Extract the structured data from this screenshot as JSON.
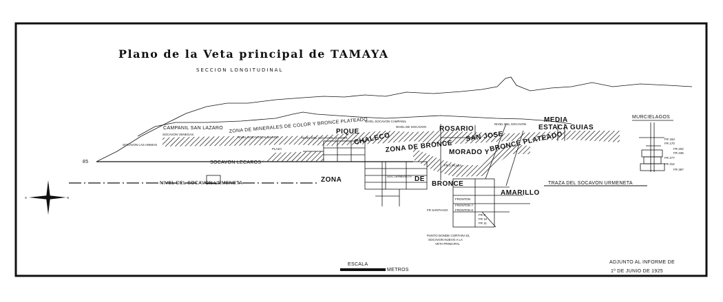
{
  "title": "Plano de la Veta principal de TAMAYA",
  "subtitle": "SECCION LONGITUDINAL",
  "elevation_mark": "85",
  "labels": {
    "campanil": "CAMPANIL SAN LAZARO",
    "venegas": "SOCAVON VENEGAS",
    "animas": "SOCAVON LAS ANIMAS",
    "zona_minerales": "ZONA DE MINERALES DE COLOR Y BRONCE PLATEADO",
    "nivel_campanil": "NIVEL SOCAVON CAMPANIL",
    "pique": "PIQUE",
    "nivel_almagro": "NIVEL SOCAVON ALMAGRO",
    "nivel_quader": "NIVEL DEL SOCAVON QUADER",
    "plaza": "PLAZA",
    "lecaros": "SOCAVON LECAROS",
    "nivel_socavon": "NIVEL DE SOCAVON",
    "rosario": "ROSARIO",
    "chaleco": "CHALECO",
    "zona_bronce": "ZONA DE BRONCE",
    "morado": "MORADO Y",
    "san_jose": "SAN JOSE",
    "bronce_plateado": "BRONCE PLATEADO",
    "nivel_del_socavon": "NIVEL DEL SOCAVON",
    "media_estaca": "MEDIA",
    "estaca": "ESTACA",
    "guias": "GUIAS",
    "zona2": "ZONA",
    "de2": "DE",
    "bronce2": "BRONCE",
    "amarillo": "AMARILLO",
    "nivel_urmeneta": "NIVEL  DEL  SOCAVON  URMENETA",
    "traza_urmeneta": "TRAZA DEL SOCAVON URMENETA",
    "murcielagos": "MURCIELAGOS",
    "doc_urmeneta": "SOC URMENETA",
    "fr_1_plaza": "FR 1 PLAZA",
    "fronton": "FRONTON",
    "fronton7": "FRONTON 7",
    "fronton8": "FRONTON 8",
    "fr_santiago": "FR SANTIAGO",
    "fr9": "FR 9",
    "fr10": "FR 10",
    "fr11": "FR 11",
    "note_line1": "PUNTO DONDE CORTARA EL",
    "note_line2": "SOCAVON NUEVO A LA",
    "note_line3": "VETA PRINCIPAL"
  },
  "murcielagos_levels": [
    "FR 153",
    "FR 170",
    "FR 202",
    "FR 236",
    "FR 277",
    "FR 312",
    "FR 397"
  ],
  "scale": {
    "label": "ESCALA",
    "unit": "METROS"
  },
  "footer": {
    "line1": "ADJUNTO AL INFORME DE",
    "line2": "1º DE JUNIO DE 1925"
  },
  "compass": {
    "west": "S",
    "east": "N"
  }
}
